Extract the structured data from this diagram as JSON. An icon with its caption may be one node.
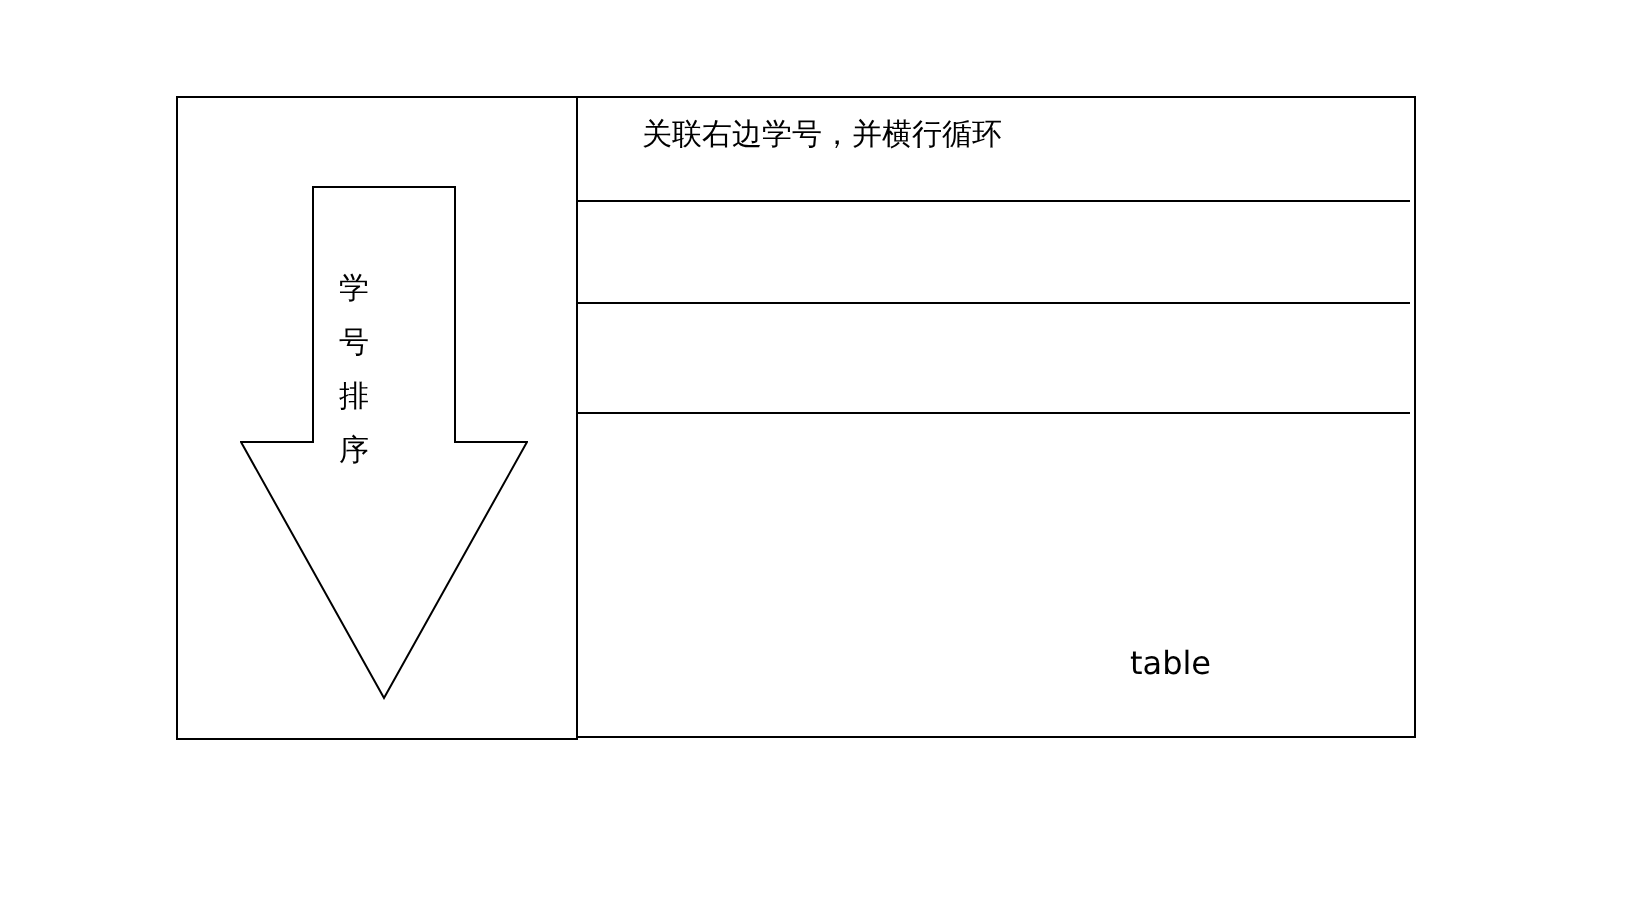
{
  "diagram": {
    "nodes": [
      {
        "text": [
          "学号排序"
        ]
      },
      {
        "text": [
          "关联右边学号，并横行循环",
          "table"
        ]
      }
    ]
  }
}
